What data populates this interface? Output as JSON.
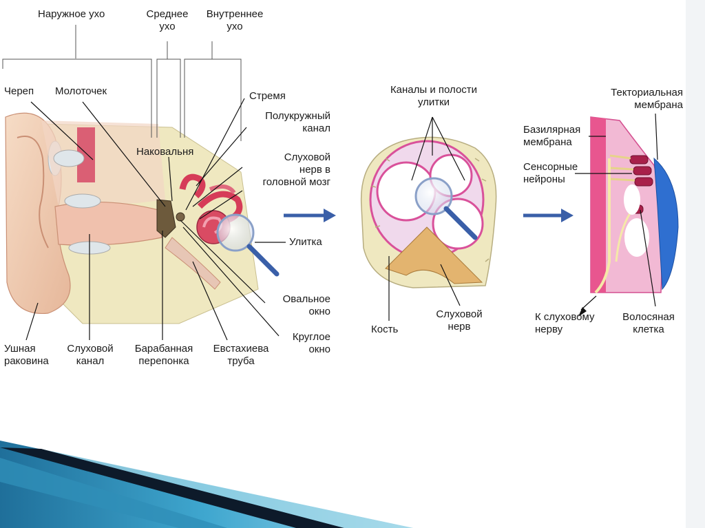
{
  "labels": {
    "outer_ear": "Наружное ухо",
    "middle_ear_1": "Среднее",
    "middle_ear_2": "ухо",
    "inner_ear_1": "Внутреннее",
    "inner_ear_2": "ухо",
    "skull": "Череп",
    "malleus": "Молоточек",
    "stapes": "Стремя",
    "semicircular_1": "Полукружный",
    "semicircular_2": "канал",
    "incus": "Наковальня",
    "auditory_nerve_1": "Слуховой",
    "auditory_nerve_2": "нерв в",
    "auditory_nerve_3": "головной мозг",
    "cochlea": "Улитка",
    "oval_window_1": "Овальное",
    "oval_window_2": "окно",
    "round_window_1": "Круглое",
    "round_window_2": "окно",
    "auricle_1": "Ушная",
    "auricle_2": "раковина",
    "ear_canal_1": "Слуховой",
    "ear_canal_2": "канал",
    "eardrum_1": "Барабанная",
    "eardrum_2": "перепонка",
    "eustachian_1": "Евстахиева",
    "eustachian_2": "труба",
    "cochlea_channels_1": "Каналы и полости",
    "cochlea_channels_2": "улитки",
    "bone": "Кость",
    "cochlea_nerve_1": "Слуховой",
    "cochlea_nerve_2": "нерв",
    "tectorial_1": "Текториальная",
    "tectorial_2": "мембрана",
    "basilar_1": "Базилярная",
    "basilar_2": "мембрана",
    "sensory_1": "Сенсорные",
    "sensory_2": "нейроны",
    "to_nerve_1": "К слуховому",
    "to_nerve_2": "нерву",
    "hair_cell_1": "Волосяная",
    "hair_cell_2": "клетка"
  },
  "colors": {
    "arrow": "#3a5fa8",
    "bone": "#efe8c0",
    "tissue_pink": "#e8568f",
    "membrane_blue": "#2f6fd0",
    "skin": "#f3d2b8",
    "band_dark": "#0d1a2a",
    "band_teal": "#2f8fb8"
  }
}
